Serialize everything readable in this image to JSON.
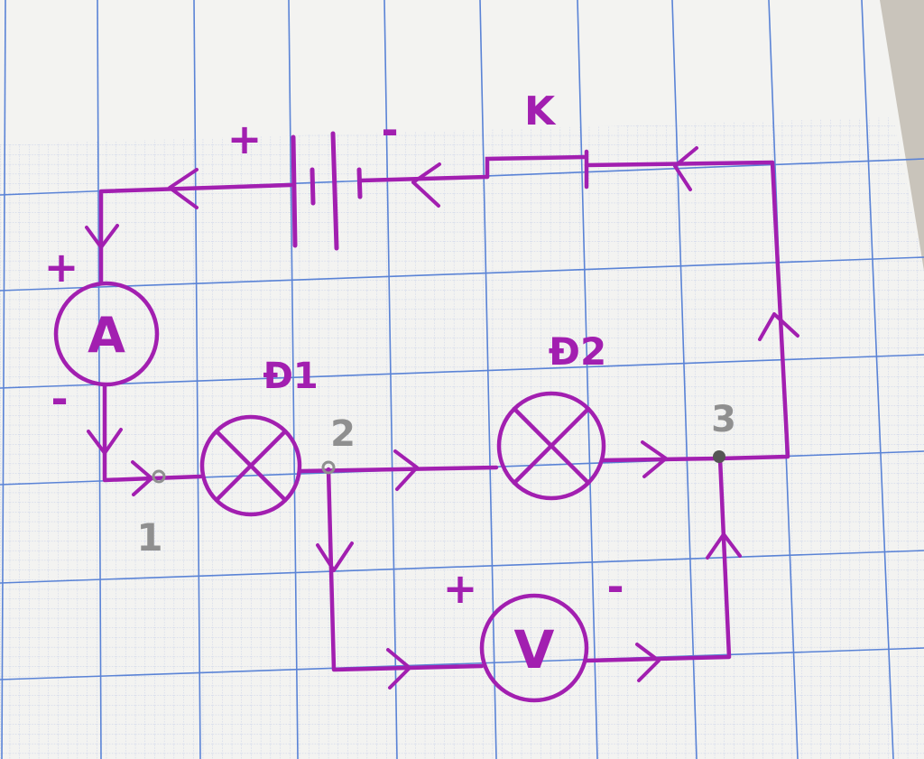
{
  "colors": {
    "ink": "#a21fb0",
    "pencil": "#8f8f8f",
    "paper": "#f3f3f1",
    "grid_major": "#5a83d6",
    "grid_minor": "#a9b8e3",
    "background": "#c9c4bb"
  },
  "labels": {
    "switch": "K",
    "battery_plus": "+",
    "battery_minus": "-",
    "ammeter": "A",
    "ammeter_plus": "+",
    "ammeter_minus": "-",
    "lamp1": "Đ1",
    "lamp2": "Đ2",
    "voltmeter": "V",
    "voltmeter_plus": "+",
    "voltmeter_minus": "-",
    "node1": "1",
    "node2": "2",
    "node3": "3"
  }
}
